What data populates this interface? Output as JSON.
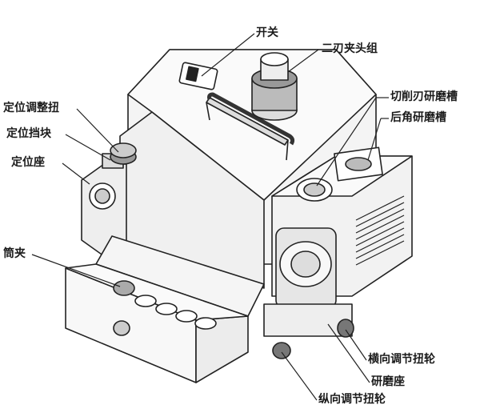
{
  "labels": {
    "switch": "开关",
    "two_flute_chuck": "二刃夹头组",
    "cutting_edge_groove": "切削刃研磨槽",
    "relief_angle_groove": "后角研磨槽",
    "positioning_knob": "定位调整扭",
    "positioning_stop": "定位挡块",
    "positioning_seat": "定位座",
    "collet": "筒夹",
    "lateral_knob": "横向调节扭轮",
    "grinding_seat": "研磨座",
    "longitudinal_knob": "纵向调节扭轮"
  }
}
